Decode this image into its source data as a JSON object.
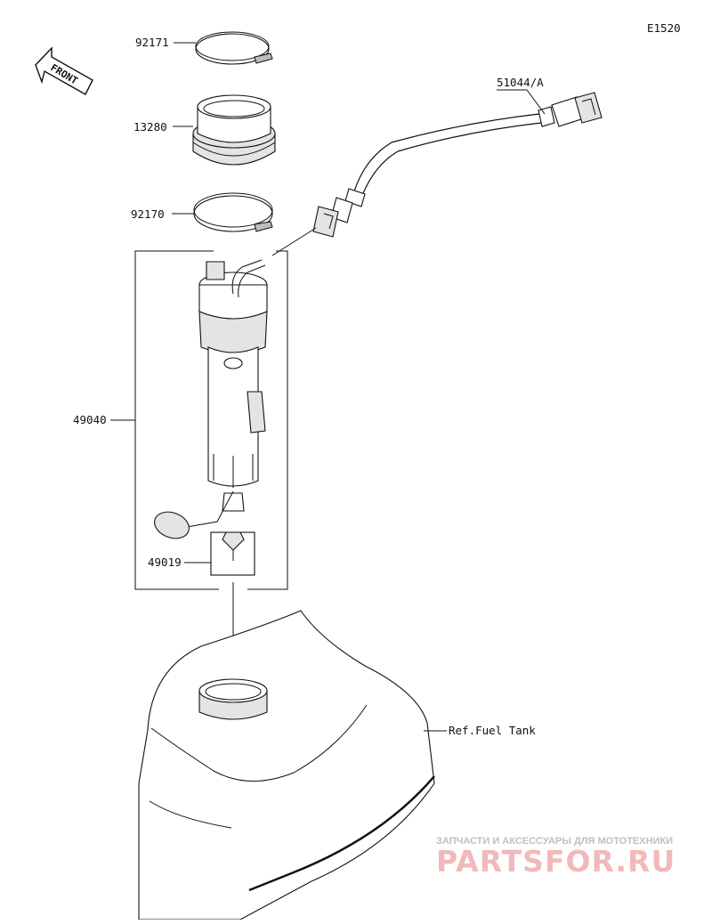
{
  "diagram": {
    "code": "E1520",
    "direction_label": "FRONT",
    "parts": [
      {
        "id": "92171",
        "label": "92171"
      },
      {
        "id": "13280",
        "label": "13280"
      },
      {
        "id": "92170",
        "label": "92170"
      },
      {
        "id": "51044A",
        "label": "51044/A"
      },
      {
        "id": "49040",
        "label": "49040"
      },
      {
        "id": "49019",
        "label": "49019"
      },
      {
        "id": "tank",
        "label": "Ref.Fuel Tank"
      }
    ]
  },
  "watermark": {
    "tagline": "ЗАПЧАСТИ И АКСЕССУАРЫ ДЛЯ МОТОТЕХНИКИ",
    "brand": "PARTSFOR.RU",
    "color": "#f1b9b9"
  }
}
